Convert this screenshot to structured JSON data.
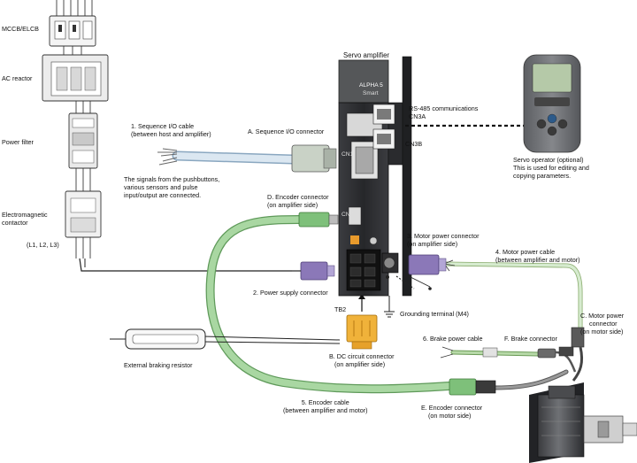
{
  "title": "Servo amplifier",
  "labels": {
    "mccb": "MCCB/ELCB",
    "ac_reactor": "AC reactor",
    "power_filter": "Power filter",
    "contactor": [
      "Electromagnetic",
      "contactor"
    ],
    "l1l2l3": "(L1, L2, L3)",
    "seq_cable": [
      "1. Sequence I/O cable",
      "(between host and amplifier)"
    ],
    "seq_connector": "A. Sequence I/O connector",
    "signals_note": [
      "The signals from the pushbuttons,",
      "various sensors and pulse",
      "input/output are connected."
    ],
    "encoder_connector_amp": [
      "D. Encoder connector",
      "(on amplifier side)"
    ],
    "rs485": [
      "RS-485 communications",
      "CN3A"
    ],
    "cn3b": "CN3B",
    "servo_operator": [
      "Servo operator (optional)",
      "This is used for editing and",
      "copying parameters."
    ],
    "motor_power_connector_amp": [
      "3. Motor power connector",
      "(on amplifier side)"
    ],
    "motor_power_cable": [
      "4. Motor power cable",
      "(between amplifier and motor)"
    ],
    "power_supply_connector": "2. Power supply connector",
    "tb2": "TB2",
    "grounding_terminal": "Grounding terminal (M4)",
    "motor_power_connector_motor": [
      "C. Motor power",
      "connector",
      "(on motor side)"
    ],
    "brake_power_cable": "6. Brake power cable",
    "brake_connector": "F. Brake connector",
    "external_braking_resistor": "External braking resistor",
    "dc_circuit_connector": [
      "B. DC circuit connector",
      "(on amplifier side)"
    ],
    "encoder_cable": [
      "5. Encoder cable",
      "(between amplifier and motor)"
    ],
    "encoder_connector_motor": [
      "E. Encoder connector",
      "(on motor side)"
    ],
    "amp_brand": "ALPHA 5",
    "amp_sub": "Smart",
    "cn1": "CN1",
    "cn2": "CN2"
  },
  "colors": {
    "cable_green": "#a9d7a2",
    "cable_green_edge": "#5f9a5a",
    "cable_light": "#d6ebcf",
    "amp_body": "#2f3033",
    "amp_top": "#4a4c50",
    "connector_purple": "#8b78b8",
    "connector_orange": "#f0b23a",
    "operator_body": "#6c6e72",
    "operator_screen": "#b5c9a8"
  }
}
